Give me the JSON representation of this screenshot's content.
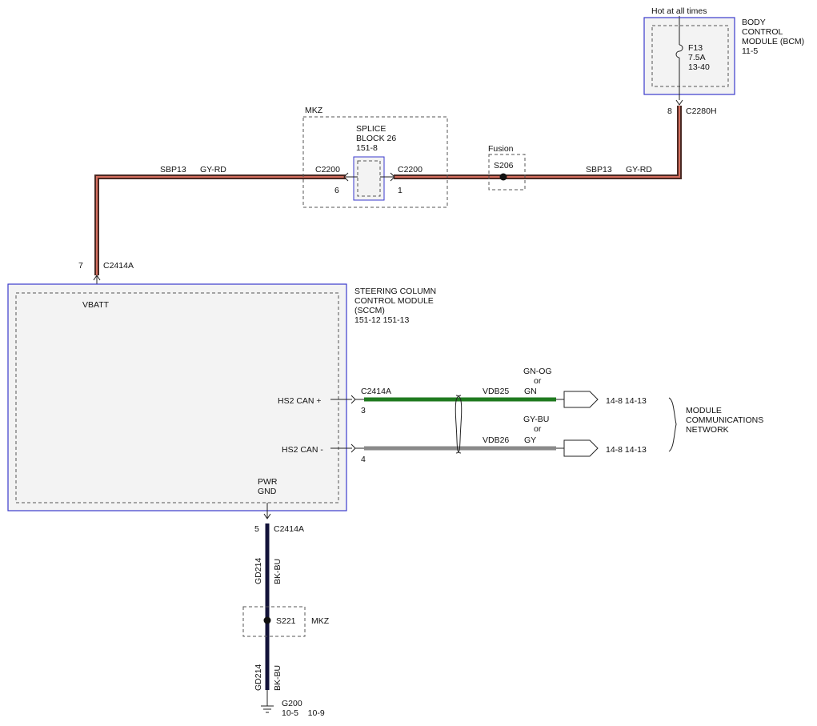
{
  "bcm": {
    "supply_label": "Hot at all times",
    "name_lines": [
      "BODY",
      "CONTROL",
      "MODULE (BCM)",
      "11-5"
    ],
    "fuse_lines": [
      "F13",
      "7.5A",
      "13-40"
    ],
    "pin": "8",
    "connector": "C2280H"
  },
  "splice_block": {
    "variant": "MKZ",
    "name_lines": [
      "SPLICE",
      "BLOCK 26",
      "151-8"
    ],
    "left_connector": "C2200",
    "left_pin": "6",
    "right_connector": "C2200",
    "right_pin": "1"
  },
  "splice_s206": {
    "variant": "Fusion",
    "label": "S206"
  },
  "wires": {
    "sbp13_left": {
      "circuit": "SBP13",
      "color": "GY-RD"
    },
    "sbp13_right": {
      "circuit": "SBP13",
      "color": "GY-RD"
    },
    "vdb25": {
      "circuit": "VDB25",
      "color": "GN",
      "alt_lines": [
        "GN-OG",
        "or"
      ]
    },
    "vdb26": {
      "circuit": "VDB26",
      "color": "GY",
      "alt_lines": [
        "GY-BU",
        "or"
      ]
    },
    "gd214_upper": {
      "circuit": "GD214",
      "color": "BK-BU"
    },
    "gd214_lower": {
      "circuit": "GD214",
      "color": "BK-BU"
    }
  },
  "sccm": {
    "name_lines": [
      "STEERING COLUMN",
      "CONTROL MODULE",
      "(SCCM)",
      "151-12  151-13"
    ],
    "vbatt_label": "VBATT",
    "vbatt_pin": "7",
    "vbatt_connector": "C2414A",
    "can_plus_label": "HS2 CAN +",
    "can_minus_label": "HS2 CAN -",
    "can_connector": "C2414A",
    "can_plus_pin": "3",
    "can_minus_pin": "4",
    "pwr_gnd_lines": [
      "PWR",
      "GND"
    ],
    "gnd_pin": "5",
    "gnd_connector": "C2414A"
  },
  "network": {
    "ref_plus": "14-8   14-13",
    "ref_minus": "14-8   14-13",
    "name_lines": [
      "MODULE",
      "COMMUNICATIONS",
      "NETWORK"
    ]
  },
  "splice_s221": {
    "variant": "MKZ",
    "label": "S221"
  },
  "ground": {
    "label": "G200",
    "refs": "10-5    10-9"
  },
  "colors": {
    "gy_rd_outer": "#4a2a24",
    "gy_rd_inner": "#d46e5e",
    "green": "#1f7a1f",
    "gray": "#8a8a8a",
    "bk_bu": "#13133a",
    "module_border": "#3a3acc",
    "module_fill": "#f3f3f3"
  }
}
